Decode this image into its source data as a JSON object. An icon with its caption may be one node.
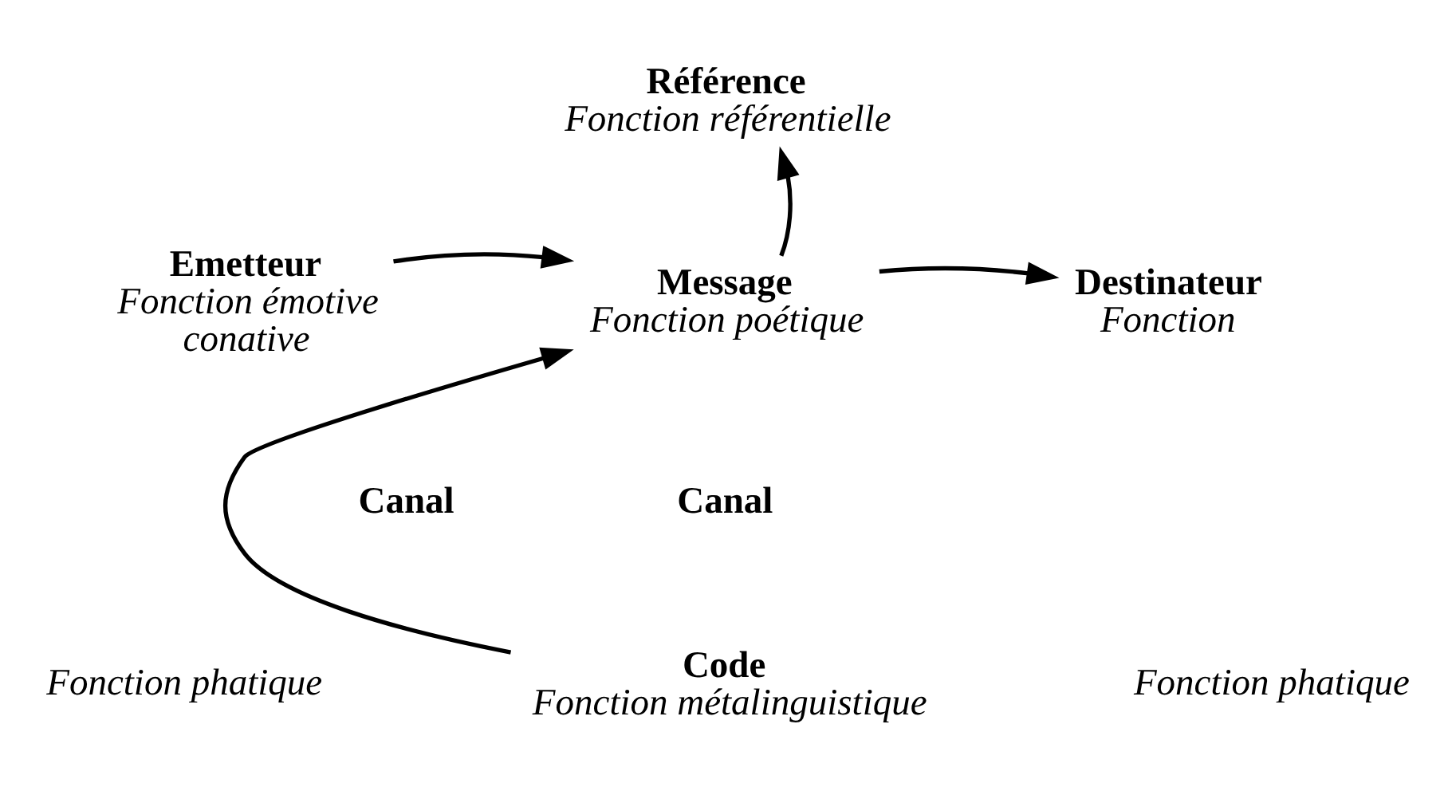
{
  "diagram": {
    "nodes": [
      {
        "text": [
          "Référence",
          "Fonction référentielle"
        ]
      },
      {
        "text": [
          "Emetteur",
          "Fonction émotive",
          "conative"
        ]
      },
      {
        "text": [
          "Message",
          "Fonction poétique"
        ]
      },
      {
        "text": [
          "Destinateur",
          "Fonction"
        ]
      },
      {
        "text": [
          "Code",
          "Fonction métalinguistique"
        ]
      }
    ],
    "edges": [
      {
        "from": 1,
        "to": 2,
        "arrow": "to"
      },
      {
        "from": 2,
        "to": 3,
        "arrow": "to"
      },
      {
        "from": 2,
        "to": 0,
        "arrow": "to"
      },
      {
        "from": 4,
        "to": 2,
        "arrow": "to"
      }
    ],
    "labels": [
      "Canal",
      "Fonction phatique",
      "Canal",
      "Fonction phatique"
    ]
  }
}
